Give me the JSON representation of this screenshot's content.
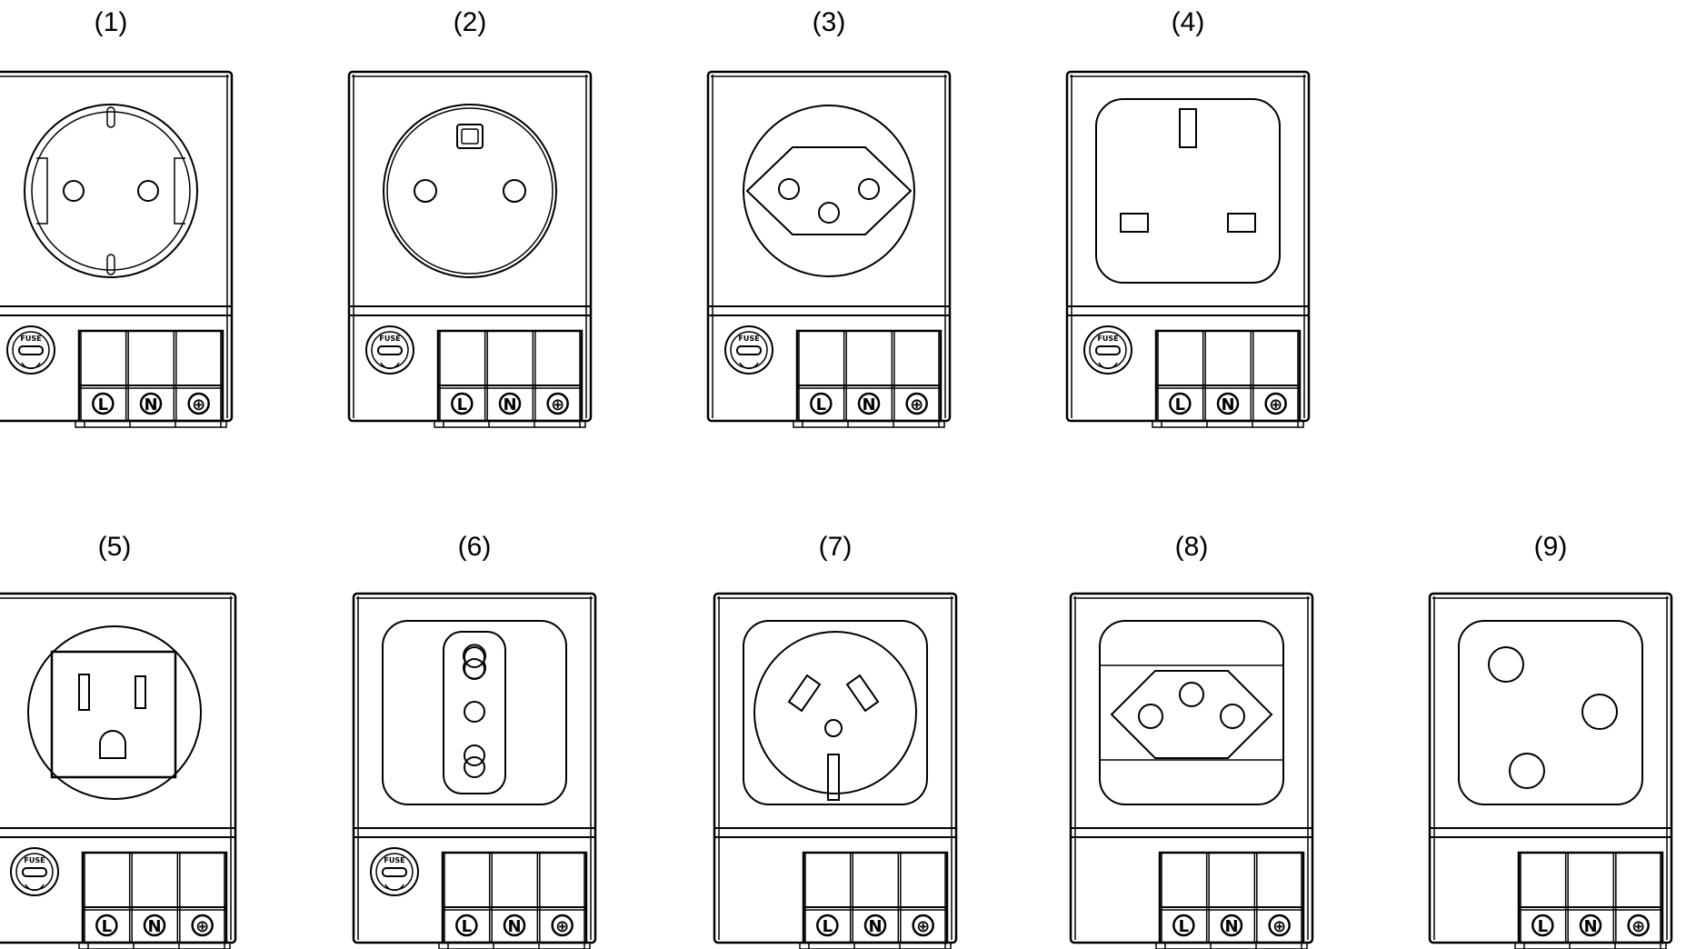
{
  "labels": [
    "(1)",
    "(2)",
    "(3)",
    "(4)",
    "(5)",
    "(6)",
    "(7)",
    "(8)",
    "(9)"
  ],
  "sockets": [
    {
      "type": "schuko",
      "fuse": true
    },
    {
      "type": "french",
      "fuse": true
    },
    {
      "type": "swiss",
      "fuse": true
    },
    {
      "type": "uk",
      "fuse": true
    },
    {
      "type": "us",
      "fuse": true
    },
    {
      "type": "italian",
      "fuse": true
    },
    {
      "type": "australian",
      "fuse": false
    },
    {
      "type": "brazil",
      "fuse": false
    },
    {
      "type": "south-african",
      "fuse": false
    }
  ],
  "fuse_text": "FUSE",
  "terminal_labels": [
    "L",
    "N",
    "⊕"
  ],
  "line_color": "#000000"
}
